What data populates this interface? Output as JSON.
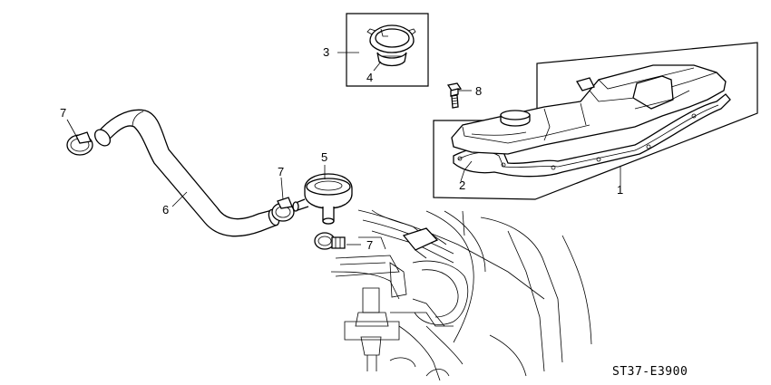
{
  "diagram": {
    "reference_code": "ST37-E3900",
    "callouts": {
      "c1": "1",
      "c2": "2",
      "c3": "3",
      "c4": "4",
      "c5": "5",
      "c6": "6",
      "c7a": "7",
      "c7b": "7",
      "c7c": "7",
      "c8": "8"
    }
  }
}
